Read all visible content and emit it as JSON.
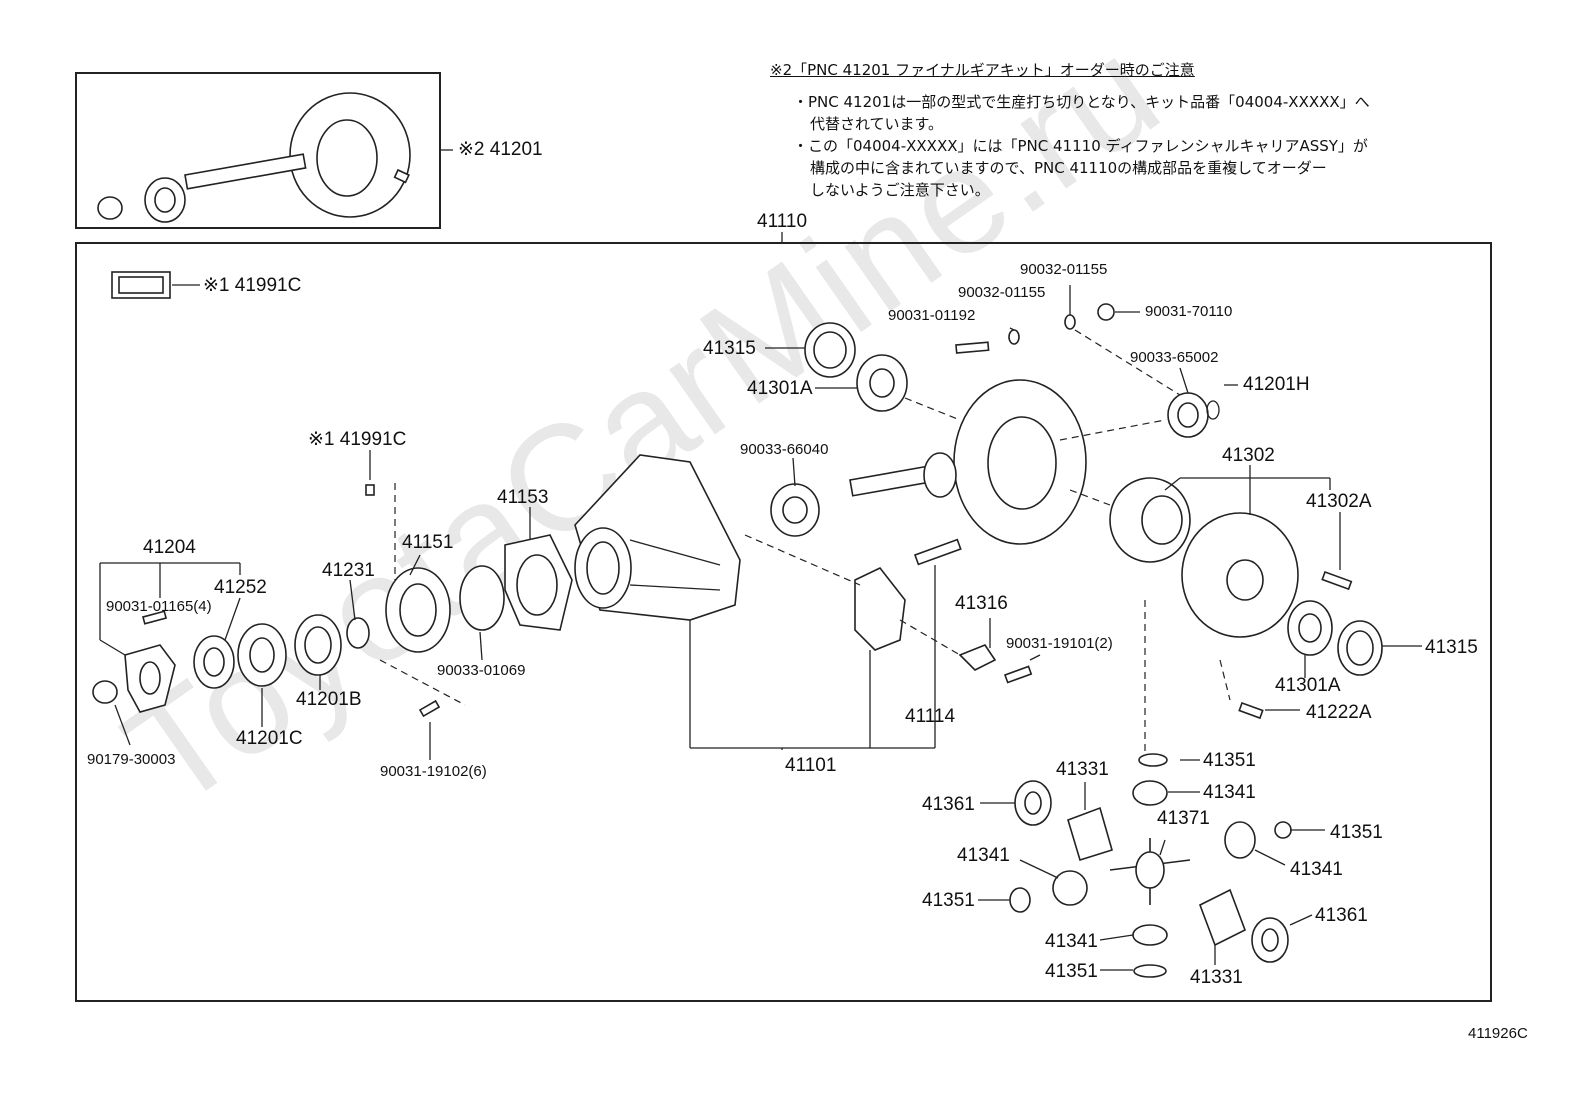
{
  "note": {
    "title": "※2「PNC 41201 ファイナルギアキット」オーダー時のご注意",
    "lines": [
      "・PNC 41201は一部の型式で生産打ち切りとなり、キット品番「04004-XXXXX」へ",
      "代替されています。",
      "・この「04004-XXXXX」には「PNC 41110 ディファレンシャルキャリアASSY」が",
      "構成の中に含まれていますので、PNC 41110の構成部品を重複してオーダー",
      "しないようご注意下さい。"
    ]
  },
  "watermark": "ToyotaCarMine.ru",
  "figure_code": "411926C",
  "labels": {
    "l41201": "※2 41201",
    "l41110": "41110",
    "l41991c_top": "※1 41991C",
    "l41991c_mid": "※1 41991C",
    "l90032_a": "90032-01155",
    "l90032_b": "90032-01155",
    "l90031_70110": "90031-70110",
    "l90031_01192": "90031-01192",
    "l41315_top": "41315",
    "l41301a_top": "41301A",
    "l90033_65002": "90033-65002",
    "l41201h": "41201H",
    "l90033_66040": "90033-66040",
    "l41302": "41302",
    "l41302a": "41302A",
    "l41153": "41153",
    "l41204": "41204",
    "l41151": "41151",
    "l41252": "41252",
    "l41231": "41231",
    "l90031_01165": "90031-01165(4)",
    "l41316": "41316",
    "l90031_19101": "90031-19101(2)",
    "l41315_right": "41315",
    "l90033_01069": "90033-01069",
    "l41201b": "41201B",
    "l41201c": "41201C",
    "l41114": "41114",
    "l41301a_right": "41301A",
    "l41222a": "41222A",
    "l90179_30003": "90179-30003",
    "l90031_19102": "90031-19102(6)",
    "l41101": "41101",
    "l41351_a": "41351",
    "l41331_top": "41331",
    "l41341_a": "41341",
    "l41361_left": "41361",
    "l41371": "41371",
    "l41351_b": "41351",
    "l41341_b": "41341",
    "l41341_c": "41341",
    "l41351_c": "41351",
    "l41361_right": "41361",
    "l41341_d": "41341",
    "l41351_d": "41351",
    "l41331_bottom": "41331"
  }
}
